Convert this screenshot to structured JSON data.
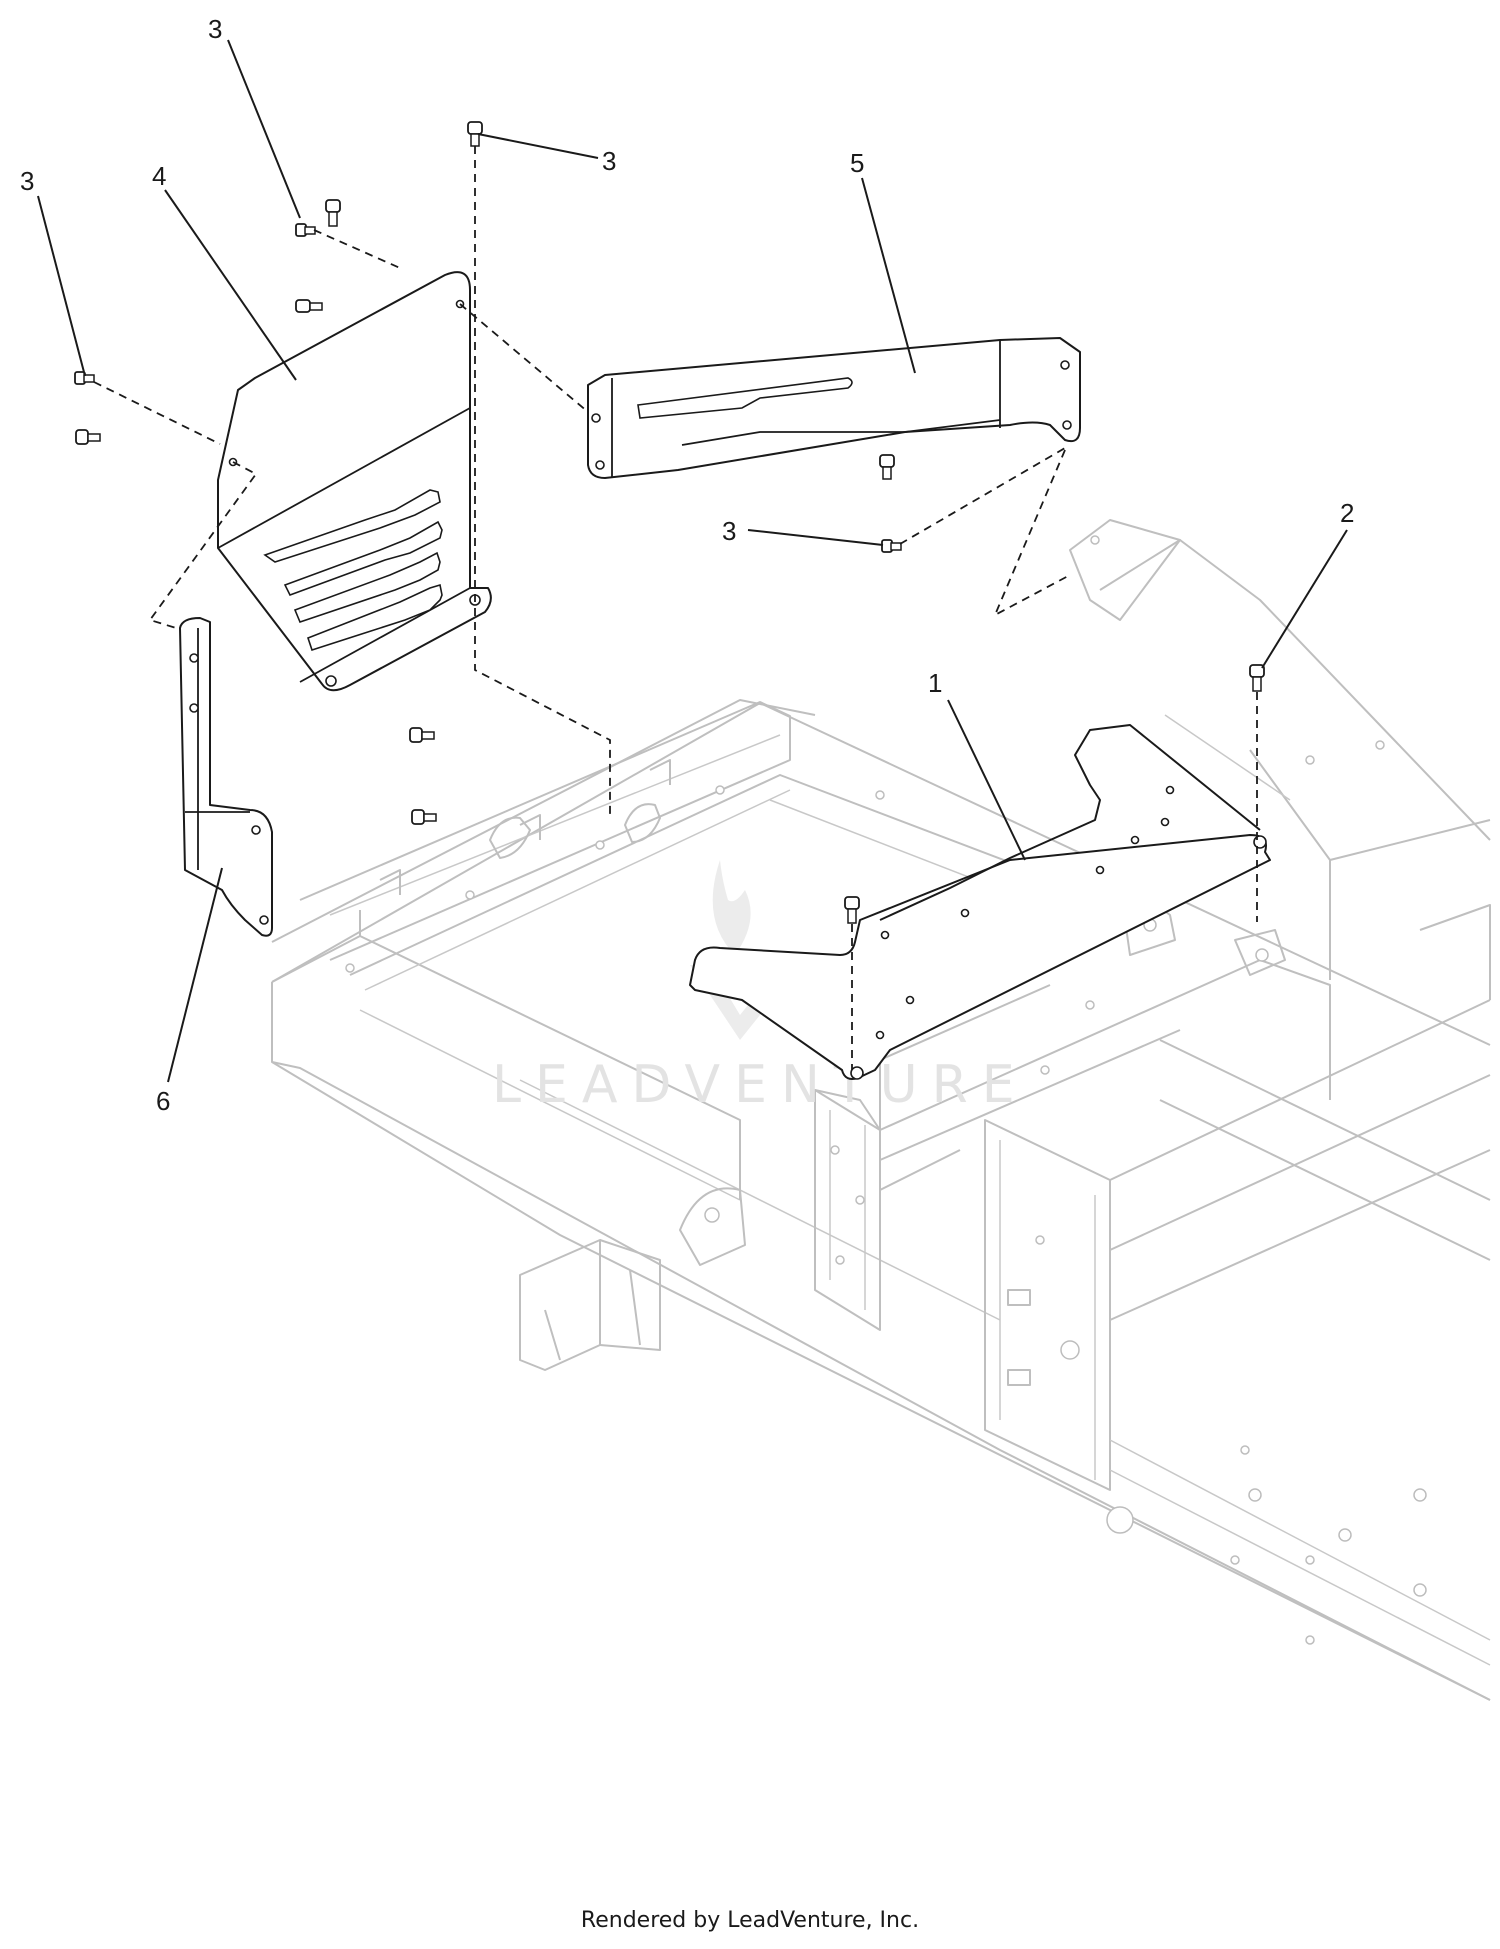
{
  "callouts": [
    "3",
    "3",
    "4",
    "3",
    "5",
    "3",
    "2",
    "1",
    "6"
  ],
  "watermark": "LEADVENTURE",
  "footer": "Rendered by LeadVenture, Inc.",
  "colors": {
    "ink": "#1a1a1a",
    "frame": "#bfbfbf",
    "watermark": "#e3e3e3"
  }
}
